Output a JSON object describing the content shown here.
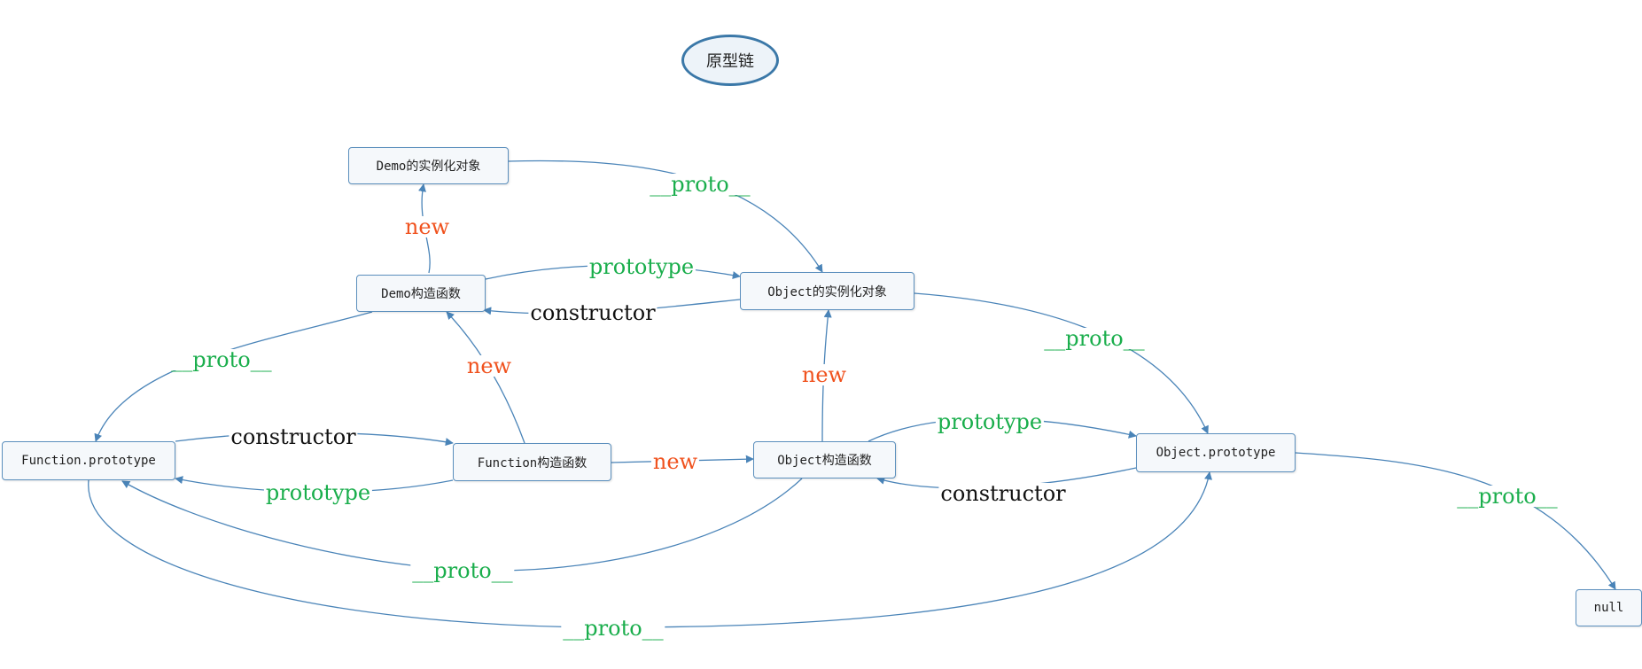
{
  "title": "原型链",
  "nodes": {
    "demo_instance": "Demo的实例化对象",
    "demo_ctor": "Demo构造函数",
    "object_instance": "Object的实例化对象",
    "function_prototype": "Function.prototype",
    "function_ctor": "Function构造函数",
    "object_ctor": "Object构造函数",
    "object_prototype": "Object.prototype",
    "null_node": "null"
  },
  "edge_labels": {
    "demo_inst_to_obj_inst": "__proto__",
    "demo_ctor_new_demo_inst": "new",
    "demo_ctor_prototype": "prototype",
    "obj_inst_constructor": "constructor",
    "obj_inst_proto": "__proto__",
    "demo_ctor_proto": "__proto__",
    "func_ctor_new_demo_ctor": "new",
    "obj_ctor_new_obj_inst": "new",
    "func_proto_constructor": "constructor",
    "func_ctor_prototype": "prototype",
    "func_ctor_new_obj_ctor": "new",
    "obj_ctor_prototype": "prototype",
    "obj_proto_constructor": "constructor",
    "obj_ctor_proto": "__proto__",
    "func_proto_proto": "__proto__",
    "obj_proto_proto": "__proto__"
  },
  "colors": {
    "edge": "#4a84b8",
    "label_proto": "#1aae4c",
    "label_new": "#f0521e",
    "label_constructor": "#111111",
    "node_border": "#5b8fbd",
    "node_fill": "#f5f8fb"
  }
}
